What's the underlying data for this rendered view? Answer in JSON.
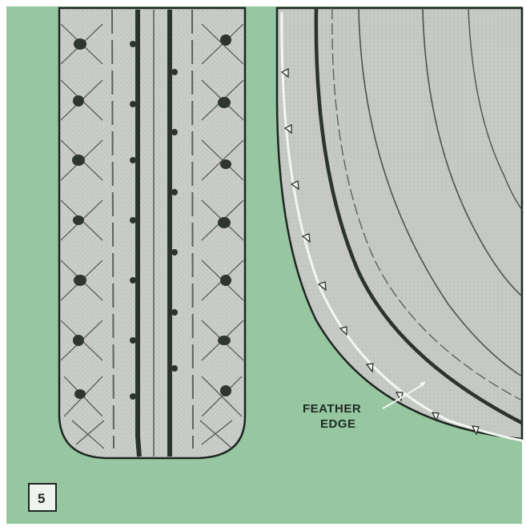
{
  "figure": {
    "number": "5",
    "annotation_line1": "FEATHER",
    "annotation_line2": "EDGE",
    "colors": {
      "background": "#97c7a0",
      "tire": "#c9ccc8",
      "groove": "#2b332d",
      "outline": "#1e2622",
      "highlight": "#f4f6f2"
    }
  }
}
